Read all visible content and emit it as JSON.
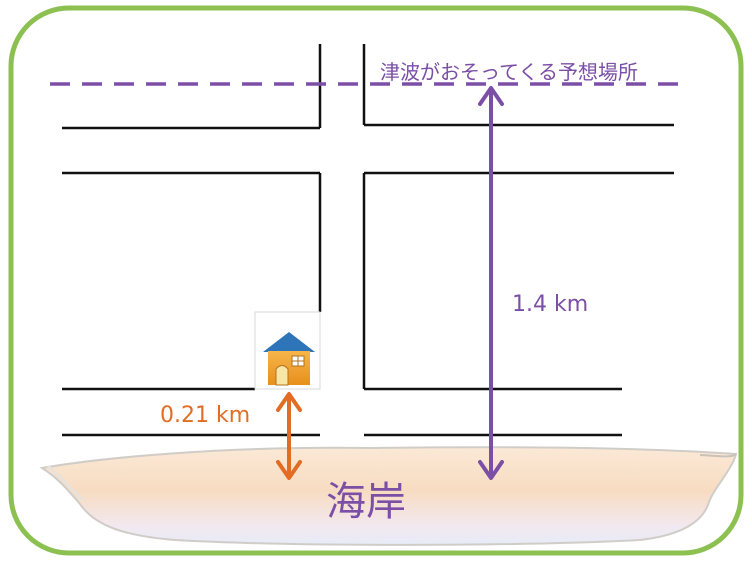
{
  "labels": {
    "tsunami_line": "津波がおそってくる予想場所",
    "distance_to_tsunami_line": "1.4 km",
    "distance_house_to_coast": "0.21 km",
    "coast": "海岸"
  },
  "icons": {
    "house": "house-icon"
  },
  "colors": {
    "frame": "#8cc152",
    "tsunami": "#7b4fa6",
    "house_distance": "#e26c24",
    "roads": "#111111",
    "coast_fill": "#f6dcc4",
    "coast_text": "#7b4fa6"
  }
}
